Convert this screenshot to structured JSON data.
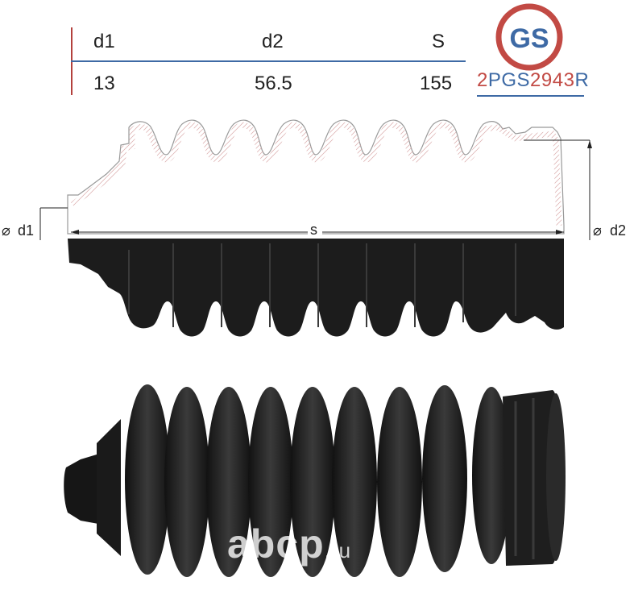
{
  "dimensions_table": {
    "headers": [
      "d1",
      "d2",
      "S"
    ],
    "values": [
      "13",
      "56.5",
      "155"
    ]
  },
  "logo": {
    "text": "GS",
    "code_parts": [
      {
        "text": "2",
        "color": "red"
      },
      {
        "text": "PGS",
        "color": "blue"
      },
      {
        "text": "2943",
        "color": "red"
      },
      {
        "text": "R",
        "color": "blue"
      }
    ]
  },
  "drawing_labels": {
    "d1": "d1",
    "d2": "d2",
    "s": "s"
  },
  "watermark": {
    "main": "abcp",
    "suffix": ".ru"
  },
  "colors": {
    "accent_red": "#c24a44",
    "accent_blue": "#3e6aa5",
    "rubber": "#1c1c1c"
  }
}
